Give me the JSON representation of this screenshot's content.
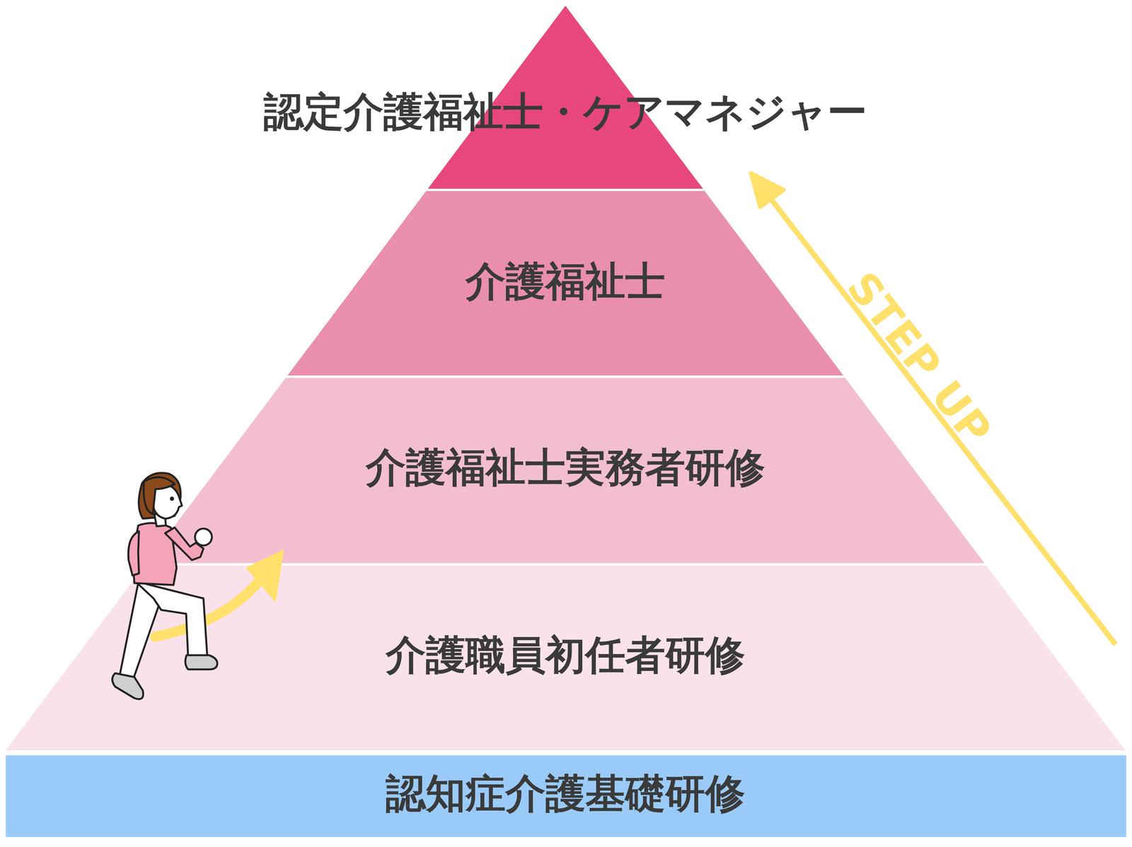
{
  "diagram": {
    "nodes": [
      {
        "text": [
          "認定介護福祉士・ケアマネジャー"
        ]
      },
      {
        "text": [
          "介護福祉士"
        ]
      },
      {
        "text": [
          "介護福祉士実務者研修"
        ]
      },
      {
        "text": [
          "介護職員初任者研修"
        ]
      },
      {
        "text": [
          "認知症介護基礎研修"
        ]
      }
    ],
    "labels": [
      "STEP UP"
    ]
  }
}
